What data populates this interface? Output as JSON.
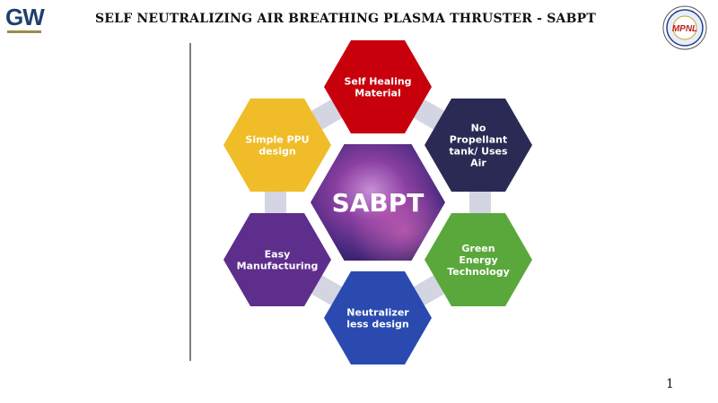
{
  "header": {
    "logo_text": "GW",
    "title": "SELF NEUTRALIZING AIR BREATHING PLASMA THRUSTER - SABPT",
    "badge_text": "MPNL"
  },
  "diagram": {
    "center": {
      "label": "SABPT"
    },
    "nodes": [
      {
        "id": "top",
        "lines": [
          "Self Healing",
          "Material"
        ],
        "color": "#c8000c"
      },
      {
        "id": "upper-right",
        "lines": [
          "No",
          "Propellant",
          "tank/ Uses",
          "Air"
        ],
        "color": "#2b2a55"
      },
      {
        "id": "lower-right",
        "lines": [
          "Green",
          "Energy",
          "Technology"
        ],
        "color": "#5aa83c"
      },
      {
        "id": "bottom",
        "lines": [
          "Neutralizer",
          "less design"
        ],
        "color": "#2a4ab0"
      },
      {
        "id": "lower-left",
        "lines": [
          "Easy",
          "Manufacturing"
        ],
        "color": "#5e2e8c"
      },
      {
        "id": "upper-left",
        "lines": [
          "Simple PPU",
          "design"
        ],
        "color": "#f0bd28"
      }
    ]
  },
  "footer": {
    "slide_number": "1"
  }
}
